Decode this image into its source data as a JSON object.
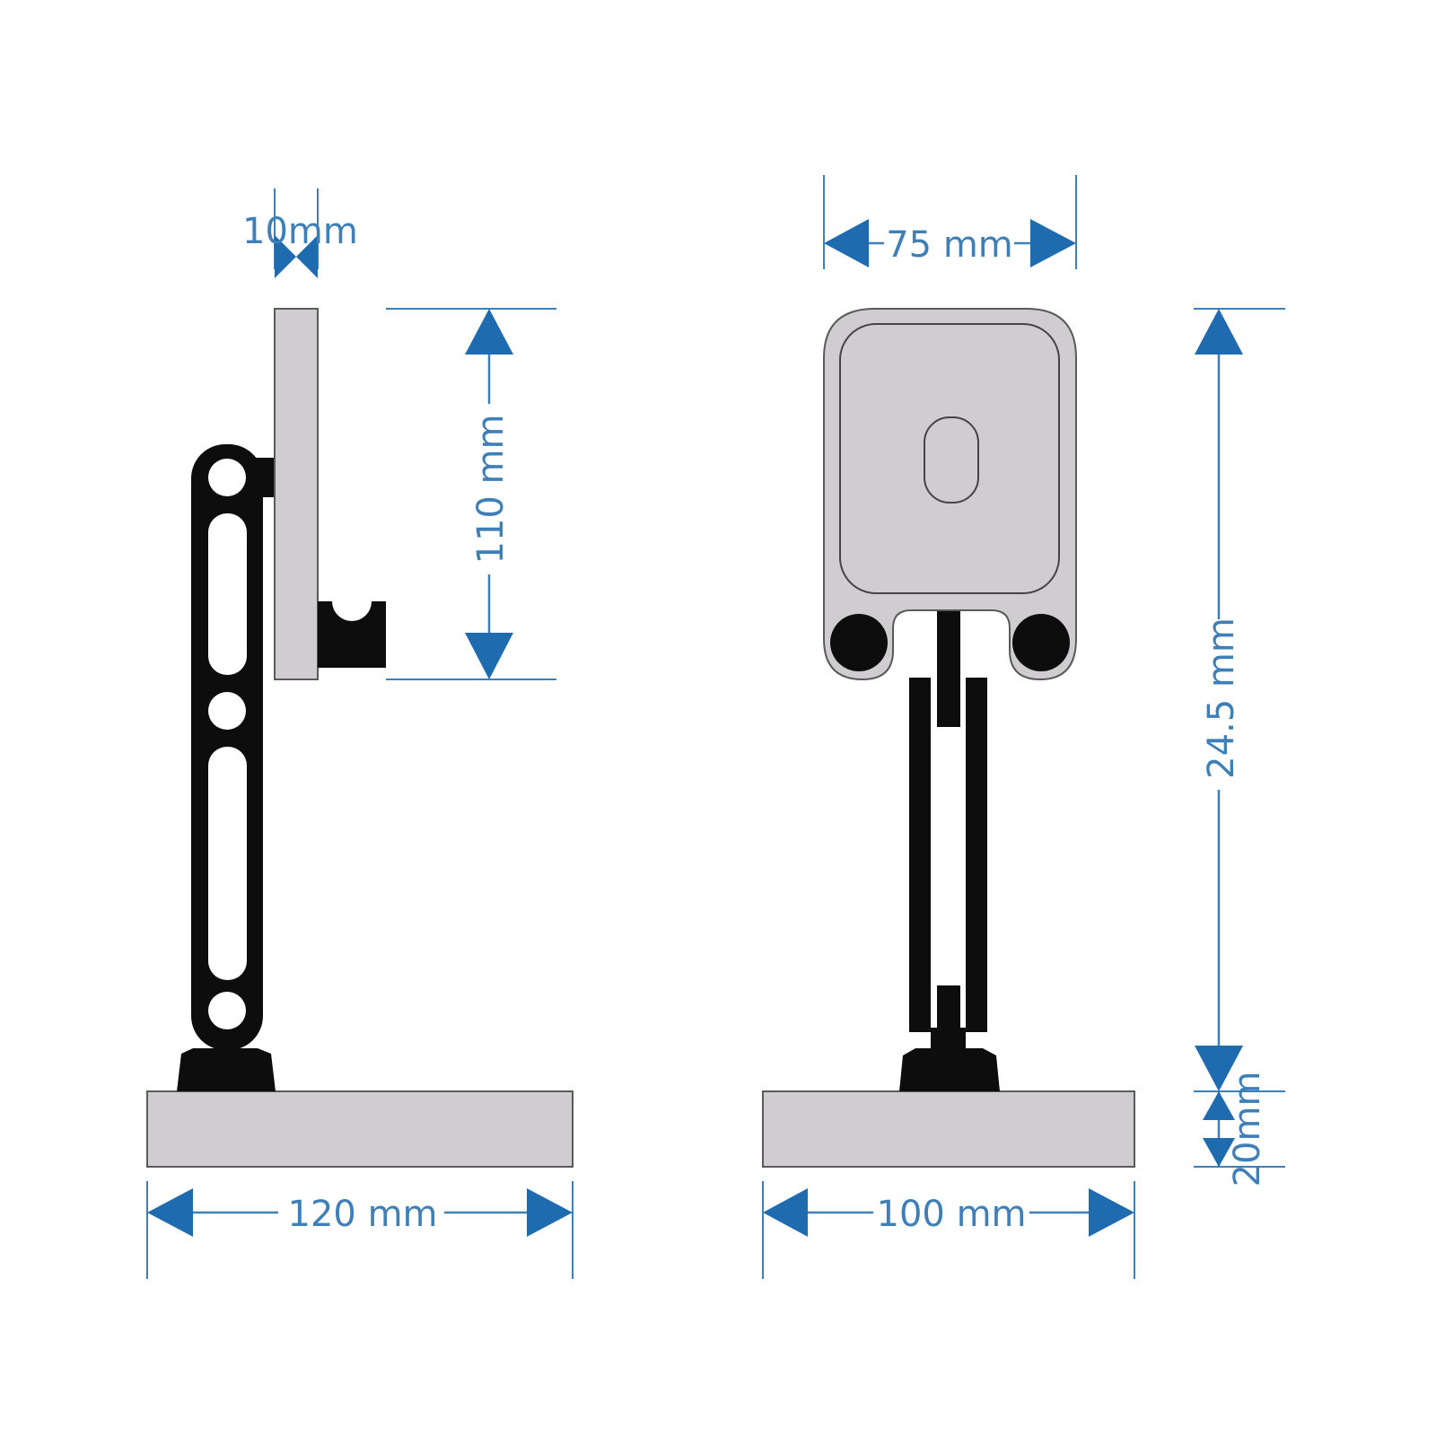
{
  "colors": {
    "dimension": "#3f7fb7",
    "arrow": "#1f6bb0",
    "part_gray": "#cfcdcf",
    "part_black": "#0d0d0d"
  },
  "side_view": {
    "thickness_label": "10mm",
    "height_label": "110 mm",
    "base_width_label": "120 mm"
  },
  "front_view": {
    "width_label": "75 mm",
    "total_height_label": "24.5 mm",
    "base_height_label": "20mm",
    "base_width_label": "100 mm"
  }
}
